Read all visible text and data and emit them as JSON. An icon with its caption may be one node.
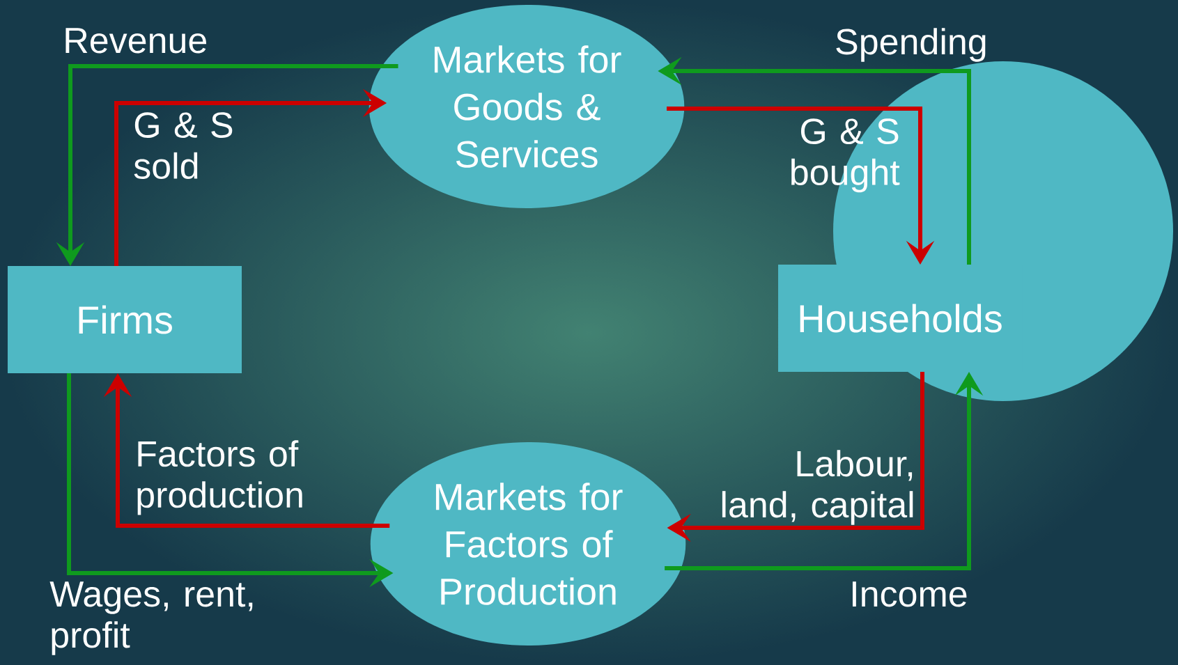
{
  "diagram": {
    "nodes": [
      {
        "text": [
          "Firms"
        ]
      },
      {
        "text": [
          "Markets for Goods & Services"
        ]
      },
      {
        "text": [
          "Households"
        ]
      },
      {
        "text": [
          "Markets for Factors of Production"
        ]
      }
    ],
    "edges": [
      {
        "from": 1,
        "to": 0,
        "arrow": "to",
        "label": "Revenue",
        "color": "#0f9a1e"
      },
      {
        "from": 0,
        "to": 1,
        "arrow": "to",
        "label": "G & S sold",
        "color": "#cc0000"
      },
      {
        "from": 2,
        "to": 1,
        "arrow": "to",
        "label": "Spending",
        "color": "#0f9a1e"
      },
      {
        "from": 1,
        "to": 2,
        "arrow": "to",
        "label": "G & S bought",
        "color": "#cc0000"
      },
      {
        "from": 2,
        "to": 3,
        "arrow": "to",
        "label": "Labour, land, capital",
        "color": "#cc0000"
      },
      {
        "from": 3,
        "to": 2,
        "arrow": "to",
        "label": "Income",
        "color": "#0f9a1e"
      },
      {
        "from": 3,
        "to": 0,
        "arrow": "to",
        "label": "Factors of production",
        "color": "#cc0000"
      },
      {
        "from": 0,
        "to": 3,
        "arrow": "to",
        "label": "Wages, rent, profit",
        "color": "#0f9a1e"
      }
    ]
  }
}
